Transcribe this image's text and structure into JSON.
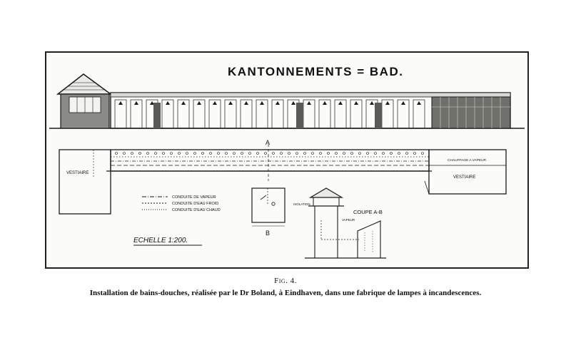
{
  "drawing": {
    "title": "KANTONNEMENTS = BAD.",
    "vestiaire_left": "VESTIAIRE",
    "vestiaire_right": "VESTIAIRE",
    "chauffage": "CHAUFFAGE A VAPEUR",
    "legend": {
      "vapeur": "CONDUITE DE VAPEUR",
      "froid": "CONDUITE D'EAU FROID",
      "chaud": "CONDUITE D'EAU CHAUD"
    },
    "section_a": "A",
    "section_b": "B",
    "coupe": "COUPE A-B",
    "isolation": "ISOLATION",
    "vapeur": "VAPEUR",
    "echelle": "ECHELLE 1:200."
  },
  "figure": {
    "number": "Fig. 4.",
    "caption": "Installation de bains-douches, réalisée par le Dr Boland, à Eindhaven, dans une fabrique de lampes à incandescences."
  },
  "colors": {
    "ink": "#1a1a1a",
    "paper": "#fbfbf9"
  }
}
